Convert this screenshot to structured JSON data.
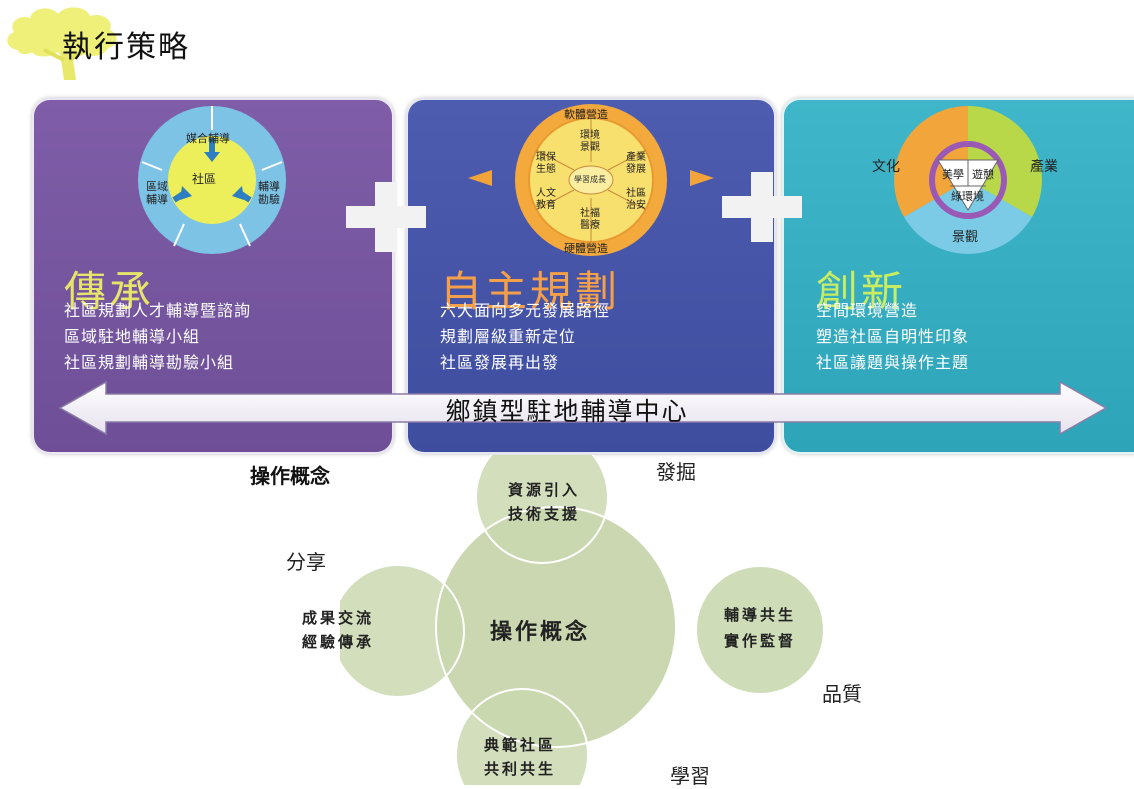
{
  "title": "執行策略",
  "panels": [
    {
      "title": "傳承",
      "lines": [
        "社區規劃人才輔導暨諮詢",
        "區域駐地輔導小組",
        "社區規劃輔導勘驗小組"
      ],
      "diagram": {
        "center": "社區",
        "top": "媒合輔導",
        "left": "區域輔導",
        "right": "輔導勘驗"
      }
    },
    {
      "title": "自主規劃",
      "lines": [
        "六大面向多元發展路徑",
        "規劃層級重新定位",
        "社區發展再出發"
      ],
      "diagram": {
        "top_ring": "軟體營造",
        "bottom_ring": "硬體營造",
        "center": "學習成長",
        "segments": [
          "環境景觀",
          "產業發展",
          "社區治安",
          "社福醫療",
          "人文教育",
          "環保生態"
        ]
      }
    },
    {
      "title": "創新",
      "lines": [
        "空間環境營造",
        "塑造社區自明性印象",
        "社區議題與操作主題"
      ],
      "diagram": {
        "left": "文化",
        "right": "產業",
        "bottom": "景觀",
        "inner": [
          "美學",
          "遊憩",
          "綠環境"
        ]
      }
    }
  ],
  "band": "鄉鎮型駐地輔導中心",
  "concept": {
    "heading": "操作概念",
    "center": "操作概念",
    "nodes": [
      {
        "label": "發掘",
        "line1": "資源引入",
        "line2": "技術支援"
      },
      {
        "label": "品質",
        "line1": "輔導共生",
        "line2": "實作監督"
      },
      {
        "label": "學習",
        "line1": "典範社區",
        "line2": "共利共生"
      },
      {
        "label": "分享",
        "line1": "成果交流",
        "line2": "經驗傳承"
      }
    ]
  },
  "colors": {
    "panel1": "#7f5da8",
    "panel2": "#4e5cb0",
    "panel3": "#3fb6c9",
    "title1": "#e6e46a",
    "title2": "#f4a04a",
    "title3": "#c9ec63",
    "concept_fill": "#c5d4a9",
    "tree": "#eff07a"
  }
}
